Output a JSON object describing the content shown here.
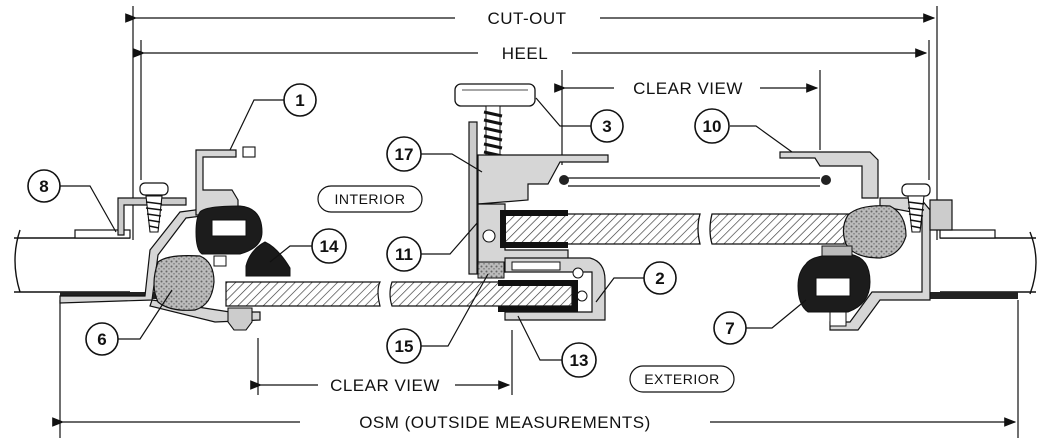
{
  "dimensions": {
    "cut_out": "CUT-OUT",
    "heel": "HEEL",
    "clear_view_top": "CLEAR VIEW",
    "clear_view_bottom": "CLEAR VIEW",
    "osm": "OSM (OUTSIDE MEASUREMENTS)"
  },
  "regions": {
    "interior": "INTERIOR",
    "exterior": "EXTERIOR"
  },
  "callouts": {
    "c1": "1",
    "c2": "2",
    "c3": "3",
    "c6": "6",
    "c7": "7",
    "c8": "8",
    "c10": "10",
    "c11": "11",
    "c13": "13",
    "c14": "14",
    "c15": "15",
    "c17": "17"
  }
}
